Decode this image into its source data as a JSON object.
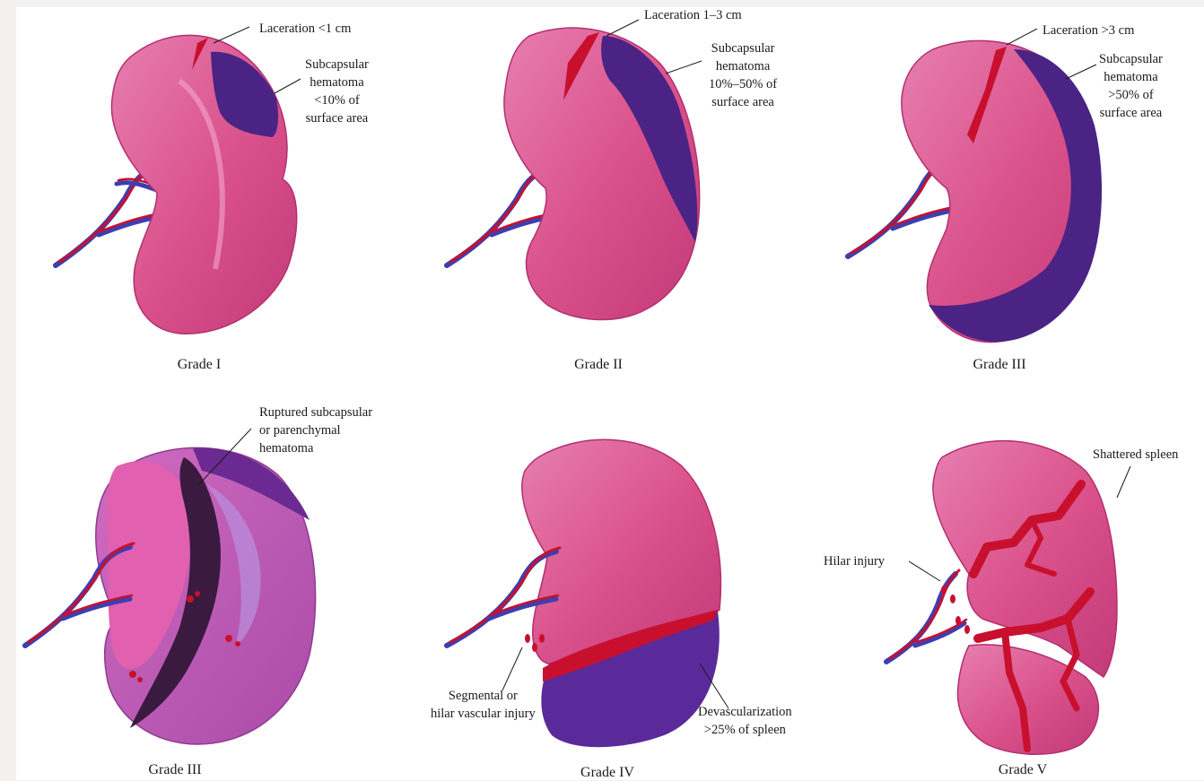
{
  "panels": [
    {
      "grade": "Grade I",
      "labels": {
        "laceration": "Laceration <1 cm",
        "hematoma": [
          "Subcapsular",
          "hematoma",
          "<10% of",
          "surface area"
        ]
      }
    },
    {
      "grade": "Grade II",
      "labels": {
        "laceration": "Laceration 1–3 cm",
        "hematoma": [
          "Subcapsular",
          "hematoma",
          "10%–50% of",
          "surface area"
        ]
      }
    },
    {
      "grade": "Grade III",
      "labels": {
        "laceration": "Laceration >3 cm",
        "hematoma": [
          "Subcapsular",
          "hematoma",
          ">50% of",
          "surface area"
        ]
      }
    },
    {
      "grade": "Grade III",
      "labels": {
        "hematoma": [
          "Ruptured subcapsular",
          "or parenchymal",
          "hematoma"
        ]
      }
    },
    {
      "grade": "Grade IV",
      "labels": {
        "vascular": [
          "Segmental or",
          "hilar vascular injury"
        ],
        "devascularization": [
          "Devascularization",
          ">25% of spleen"
        ]
      }
    },
    {
      "grade": "Grade V",
      "labels": {
        "shattered": "Shattered spleen",
        "hilar": "Hilar injury"
      }
    }
  ],
  "colors": {
    "spleen": "#d9508a",
    "spleen_light": "#e77fb0",
    "hematoma": "#4a2385",
    "blood": "#c8102e",
    "vein": "#3b3fb0",
    "background": "#ffffff"
  }
}
